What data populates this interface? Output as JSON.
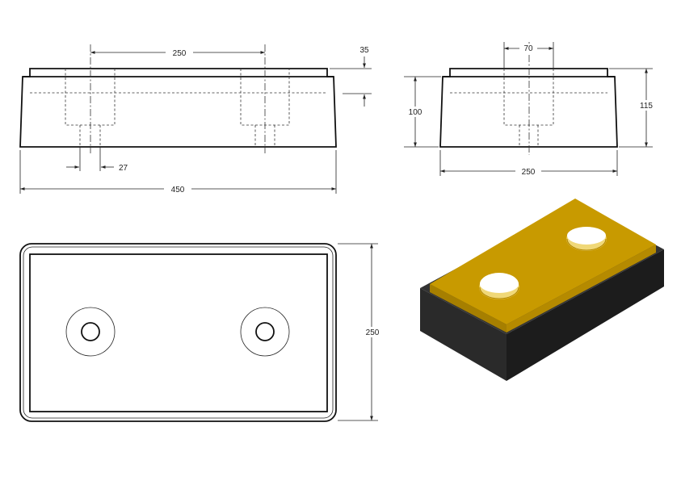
{
  "dimensions": {
    "front_hole_spacing": "250",
    "front_top_plate": "35",
    "front_bolt_hole": "27",
    "front_length": "450",
    "side_hole": "70",
    "side_body_height": "100",
    "side_total_height": "115",
    "side_width": "250",
    "plan_width": "250"
  },
  "colors": {
    "plate": "#c89a00",
    "plate_light": "#d9ad12",
    "rubber": "#2a2a2a",
    "rubber_dark": "#1c1c1c"
  }
}
